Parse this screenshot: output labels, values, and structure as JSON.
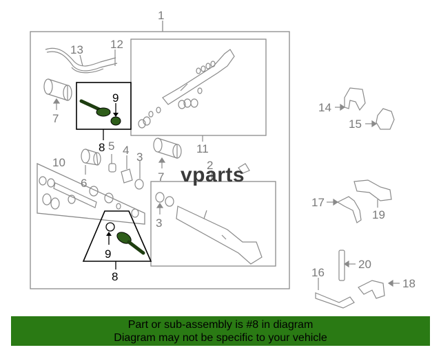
{
  "diagram": {
    "callouts": {
      "c1": "1",
      "c2": "2",
      "c3a": "3",
      "c3b": "3",
      "c4": "4",
      "c5": "5",
      "c6": "6",
      "c7a": "7",
      "c7b": "7",
      "c8a": "8",
      "c8b": "8",
      "c9a": "9",
      "c9b": "9",
      "c10": "10",
      "c11": "11",
      "c12": "12",
      "c13": "13",
      "c14": "14",
      "c15": "15",
      "c16": "16",
      "c17": "17",
      "c18": "18",
      "c19": "19",
      "c20": "20"
    },
    "watermark": "vparts",
    "highlight_color": "#2e5d1a"
  },
  "banner": {
    "line1": "Part or sub-assembly is #8 in diagram",
    "line2": "Diagram may not be specific to your vehicle",
    "background": "#2a7a14"
  }
}
